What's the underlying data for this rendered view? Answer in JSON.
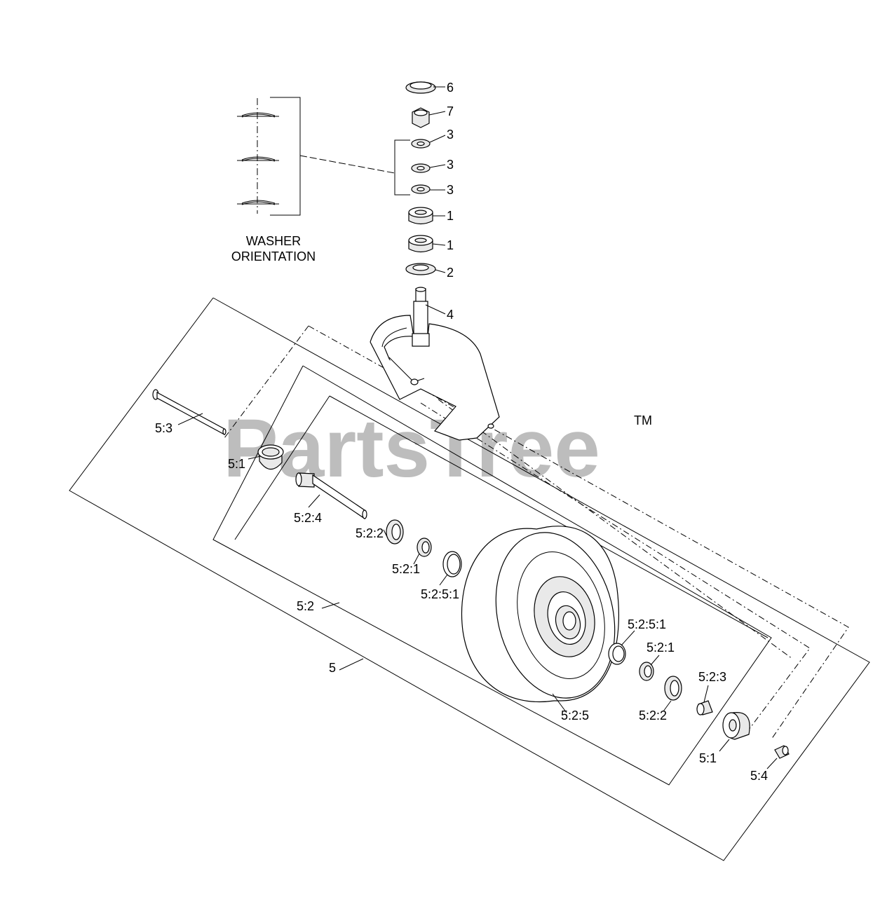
{
  "caption": {
    "line1": "WASHER",
    "line2": "ORIENTATION"
  },
  "watermark": {
    "text": "PartsTree",
    "tm": "TM"
  },
  "callouts": [
    {
      "id": "c6",
      "text": "6"
    },
    {
      "id": "c7",
      "text": "7"
    },
    {
      "id": "c3a",
      "text": "3"
    },
    {
      "id": "c3b",
      "text": "3"
    },
    {
      "id": "c3c",
      "text": "3"
    },
    {
      "id": "c1a",
      "text": "1"
    },
    {
      "id": "c1b",
      "text": "1"
    },
    {
      "id": "c2",
      "text": "2"
    },
    {
      "id": "c4",
      "text": "4"
    },
    {
      "id": "c53",
      "text": "5:3"
    },
    {
      "id": "c51a",
      "text": "5:1"
    },
    {
      "id": "c524",
      "text": "5:2:4"
    },
    {
      "id": "c522a",
      "text": "5:2:2"
    },
    {
      "id": "c521a",
      "text": "5:2:1"
    },
    {
      "id": "c5251a",
      "text": "5:2:5:1"
    },
    {
      "id": "c52",
      "text": "5:2"
    },
    {
      "id": "c5",
      "text": "5"
    },
    {
      "id": "c5251b",
      "text": "5:2:5:1"
    },
    {
      "id": "c521b",
      "text": "5:2:1"
    },
    {
      "id": "c523",
      "text": "5:2:3"
    },
    {
      "id": "c525",
      "text": "5:2:5"
    },
    {
      "id": "c522b",
      "text": "5:2:2"
    },
    {
      "id": "c51b",
      "text": "5:1"
    },
    {
      "id": "c54",
      "text": "5:4"
    }
  ]
}
